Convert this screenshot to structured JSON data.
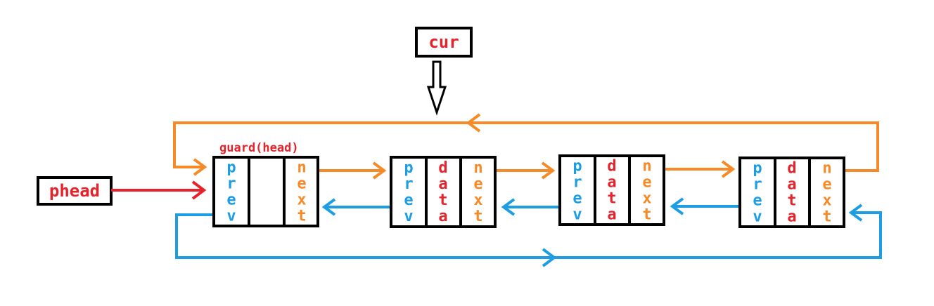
{
  "pointers": {
    "cur_label": "cur",
    "phead_label": "phead"
  },
  "guard_label": "guard(head)",
  "nodes": [
    {
      "prev": "prev",
      "data": "",
      "next": "next"
    },
    {
      "prev": "prev",
      "data": "data",
      "next": "next"
    },
    {
      "prev": "prev",
      "data": "data",
      "next": "next"
    },
    {
      "prev": "prev",
      "data": "data",
      "next": "next"
    }
  ],
  "colors": {
    "prev": "#1d9de2",
    "next": "#f58a26",
    "data": "#e8222a",
    "pointer_text": "#e8222a",
    "phead_arrow": "#e8222a"
  }
}
